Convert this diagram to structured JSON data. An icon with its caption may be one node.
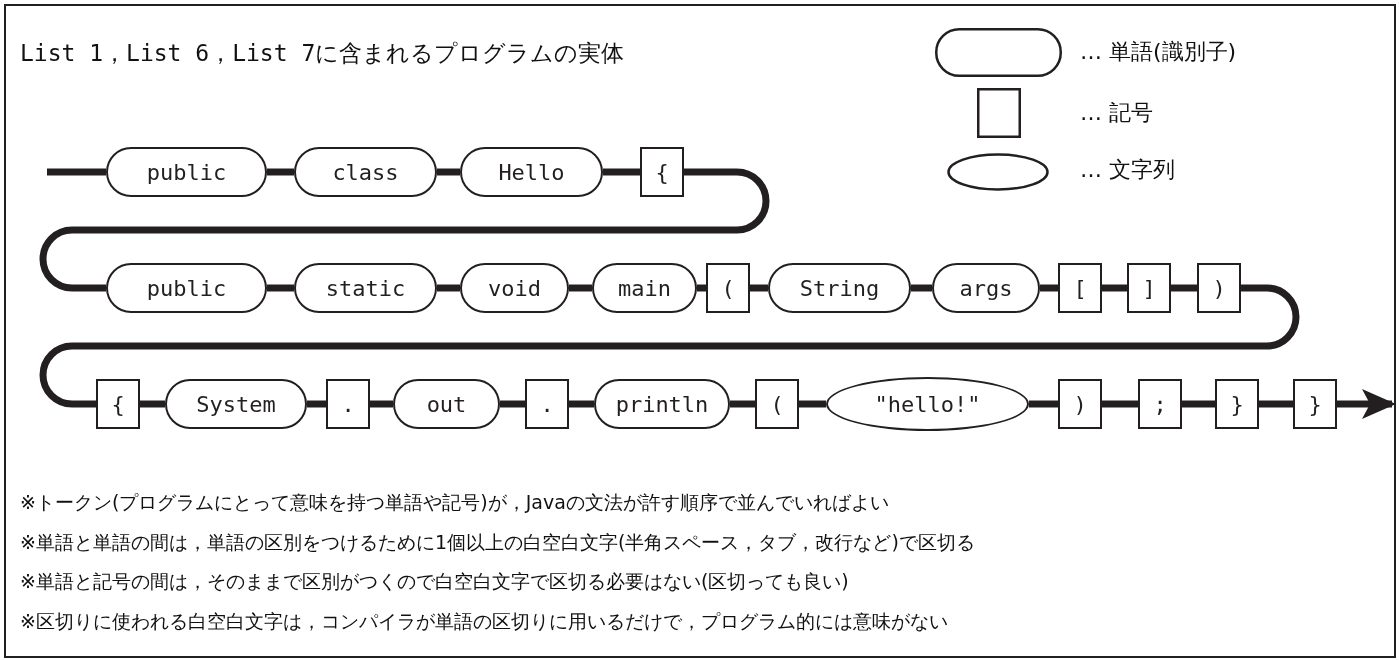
{
  "diagram": {
    "title": "List 1，List 6，List 7に含まれるプログラムの実体",
    "nodes": [
      {
        "text": [
          "public"
        ]
      },
      {
        "text": [
          "class"
        ]
      },
      {
        "text": [
          "Hello"
        ]
      },
      {
        "text": [
          "{"
        ]
      },
      {
        "text": [
          "public"
        ]
      },
      {
        "text": [
          "static"
        ]
      },
      {
        "text": [
          "void"
        ]
      },
      {
        "text": [
          "main"
        ]
      },
      {
        "text": [
          "("
        ]
      },
      {
        "text": [
          "String"
        ]
      },
      {
        "text": [
          "args"
        ]
      },
      {
        "text": [
          "["
        ]
      },
      {
        "text": [
          "]"
        ]
      },
      {
        "text": [
          ")"
        ]
      },
      {
        "text": [
          "{"
        ]
      },
      {
        "text": [
          "System"
        ]
      },
      {
        "text": [
          "."
        ]
      },
      {
        "text": [
          "out"
        ]
      },
      {
        "text": [
          "."
        ]
      },
      {
        "text": [
          "println"
        ]
      },
      {
        "text": [
          "("
        ]
      },
      {
        "text": [
          "\"hello!\""
        ]
      },
      {
        "text": [
          ")"
        ]
      },
      {
        "text": [
          ";"
        ]
      },
      {
        "text": [
          "}"
        ]
      },
      {
        "text": [
          "}"
        ]
      }
    ],
    "edges": [
      {
        "from": null,
        "to": 0,
        "arrow": "none"
      },
      {
        "from": 0,
        "to": 1,
        "arrow": "none"
      },
      {
        "from": 1,
        "to": 2,
        "arrow": "none"
      },
      {
        "from": 2,
        "to": 3,
        "arrow": "none"
      },
      {
        "from": 3,
        "to": 4,
        "arrow": "none"
      },
      {
        "from": 4,
        "to": 5,
        "arrow": "none"
      },
      {
        "from": 5,
        "to": 6,
        "arrow": "none"
      },
      {
        "from": 6,
        "to": 7,
        "arrow": "none"
      },
      {
        "from": 7,
        "to": 8,
        "arrow": "none"
      },
      {
        "from": 8,
        "to": 9,
        "arrow": "none"
      },
      {
        "from": 9,
        "to": 10,
        "arrow": "none"
      },
      {
        "from": 10,
        "to": 11,
        "arrow": "none"
      },
      {
        "from": 11,
        "to": 12,
        "arrow": "none"
      },
      {
        "from": 12,
        "to": 13,
        "arrow": "none"
      },
      {
        "from": 13,
        "to": 14,
        "arrow": "none"
      },
      {
        "from": 14,
        "to": 15,
        "arrow": "none"
      },
      {
        "from": 15,
        "to": 16,
        "arrow": "none"
      },
      {
        "from": 16,
        "to": 17,
        "arrow": "none"
      },
      {
        "from": 17,
        "to": 18,
        "arrow": "none"
      },
      {
        "from": 18,
        "to": 19,
        "arrow": "none"
      },
      {
        "from": 19,
        "to": 20,
        "arrow": "none"
      },
      {
        "from": 20,
        "to": 21,
        "arrow": "none"
      },
      {
        "from": 21,
        "to": 22,
        "arrow": "none"
      },
      {
        "from": 22,
        "to": 23,
        "arrow": "none"
      },
      {
        "from": 23,
        "to": 24,
        "arrow": "none"
      },
      {
        "from": 24,
        "to": 25,
        "arrow": "none"
      },
      {
        "from": 25,
        "to": null,
        "arrow": "to"
      }
    ],
    "labels": [
      "※トークン(プログラムにとって意味を持つ単語や記号)が，Javaの文法が許す順序で並んでいればよい",
      "※単語と単語の間は，単語の区別をつけるために1個以上の白空白文字(半角スペース，タブ，改行など)で区切る",
      "※単語と記号の間は，そのままで区別がつくので白空白文字で区切る必要はない(区切っても良い)",
      "※区切りに使われる白空白文字は，コンパイラが単語の区切りに用いるだけで，プログラム的には意味がない"
    ],
    "legend": [
      {
        "text": "… 単語(識別子)"
      },
      {
        "text": "… 記号"
      },
      {
        "text": "… 文字列"
      }
    ]
  }
}
